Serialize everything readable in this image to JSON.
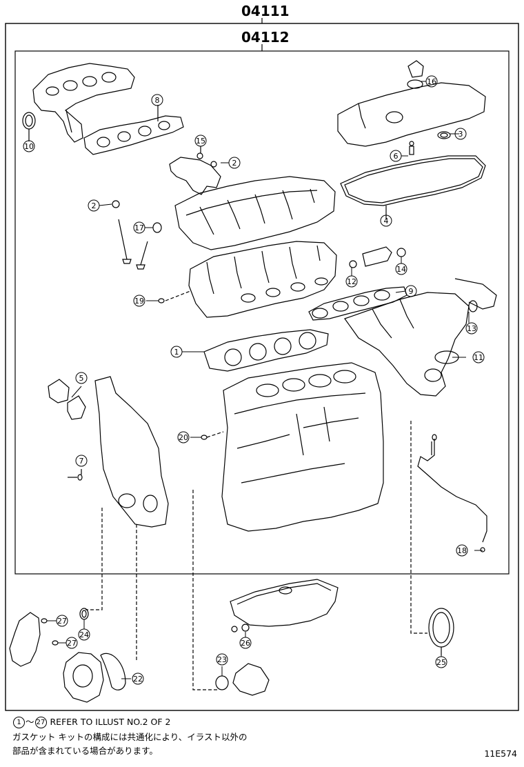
{
  "header": {
    "outer_code": "04111",
    "inner_code": "04112"
  },
  "callouts": [
    {
      "id": "c1",
      "label": "1"
    },
    {
      "id": "c2a",
      "label": "2"
    },
    {
      "id": "c2b",
      "label": "2"
    },
    {
      "id": "c3",
      "label": "3"
    },
    {
      "id": "c4",
      "label": "4"
    },
    {
      "id": "c5",
      "label": "5"
    },
    {
      "id": "c6",
      "label": "6"
    },
    {
      "id": "c7",
      "label": "7"
    },
    {
      "id": "c8",
      "label": "8"
    },
    {
      "id": "c9",
      "label": "9"
    },
    {
      "id": "c10",
      "label": "10"
    },
    {
      "id": "c11",
      "label": "11"
    },
    {
      "id": "c12",
      "label": "12"
    },
    {
      "id": "c13",
      "label": "13"
    },
    {
      "id": "c14",
      "label": "14"
    },
    {
      "id": "c15",
      "label": "15"
    },
    {
      "id": "c16",
      "label": "16"
    },
    {
      "id": "c17",
      "label": "17"
    },
    {
      "id": "c18",
      "label": "18"
    },
    {
      "id": "c19",
      "label": "19"
    },
    {
      "id": "c20",
      "label": "20"
    },
    {
      "id": "c22",
      "label": "22"
    },
    {
      "id": "c23",
      "label": "23"
    },
    {
      "id": "c24",
      "label": "24"
    },
    {
      "id": "c25",
      "label": "25"
    },
    {
      "id": "c26",
      "label": "26"
    },
    {
      "id": "c27a",
      "label": "27"
    },
    {
      "id": "c27b",
      "label": "27"
    }
  ],
  "footer": {
    "range_start": "1",
    "range_tilde": "～",
    "range_end": "27",
    "refer_text": "REFER TO ILLUST NO.2 OF 2",
    "note_line1": "ガスケット キットの構成には共通化により、イラスト以外の",
    "note_line2": "部品が含まれている場合があります。",
    "illust_code": "11E574"
  }
}
